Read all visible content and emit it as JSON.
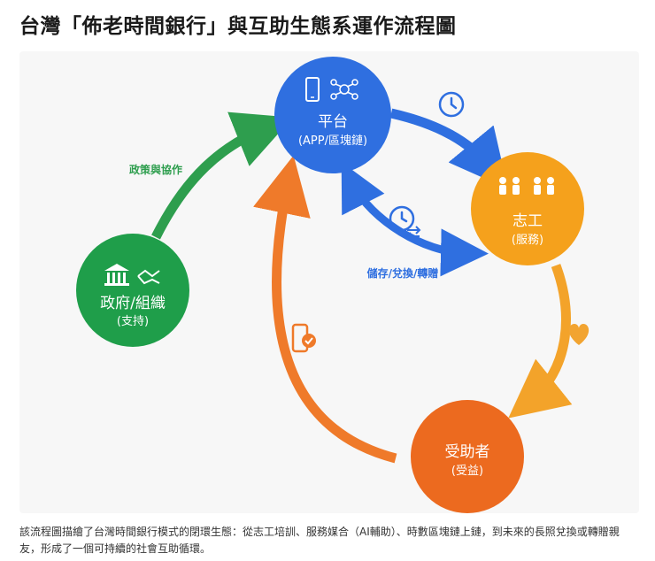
{
  "title": "台灣「佈老時間銀行」與互助生態系運作流程圖",
  "nodes": {
    "platform": {
      "label": "平台",
      "sub": "(APP/區塊鏈)",
      "color": "#2f6fe0"
    },
    "volunteer": {
      "label": "志工",
      "sub": "(服務)",
      "color": "#f5a11c"
    },
    "recipient": {
      "label": "受助者",
      "sub": "(受益)",
      "color": "#ec6a1f"
    },
    "government": {
      "label": "政府/組織",
      "sub": "(支持)",
      "color": "#1f9e4a"
    }
  },
  "edges": {
    "policy": {
      "label": "政策與協作",
      "color": "#2e9e4e"
    },
    "store": {
      "label": "儲存/兌換/轉贈",
      "color": "#2f6fe0"
    }
  },
  "icons": {
    "phone": "smartphone-icon",
    "network": "blockchain-network-icon",
    "people": "people-icon",
    "government": "government-building-icon",
    "handshake": "handshake-icon",
    "clock": "clock-icon",
    "clock_exchange": "clock-exchange-icon",
    "heart": "heart-icon",
    "phone_check": "phone-check-icon"
  },
  "caption": "該流程圖描繪了台灣時間銀行模式的閉環生態：從志工培訓、服務媒合（AI輔助）、時數區塊鏈上鏈，到未來的長照兌換或轉贈親友，形成了一個可持續的社會互助循環。"
}
